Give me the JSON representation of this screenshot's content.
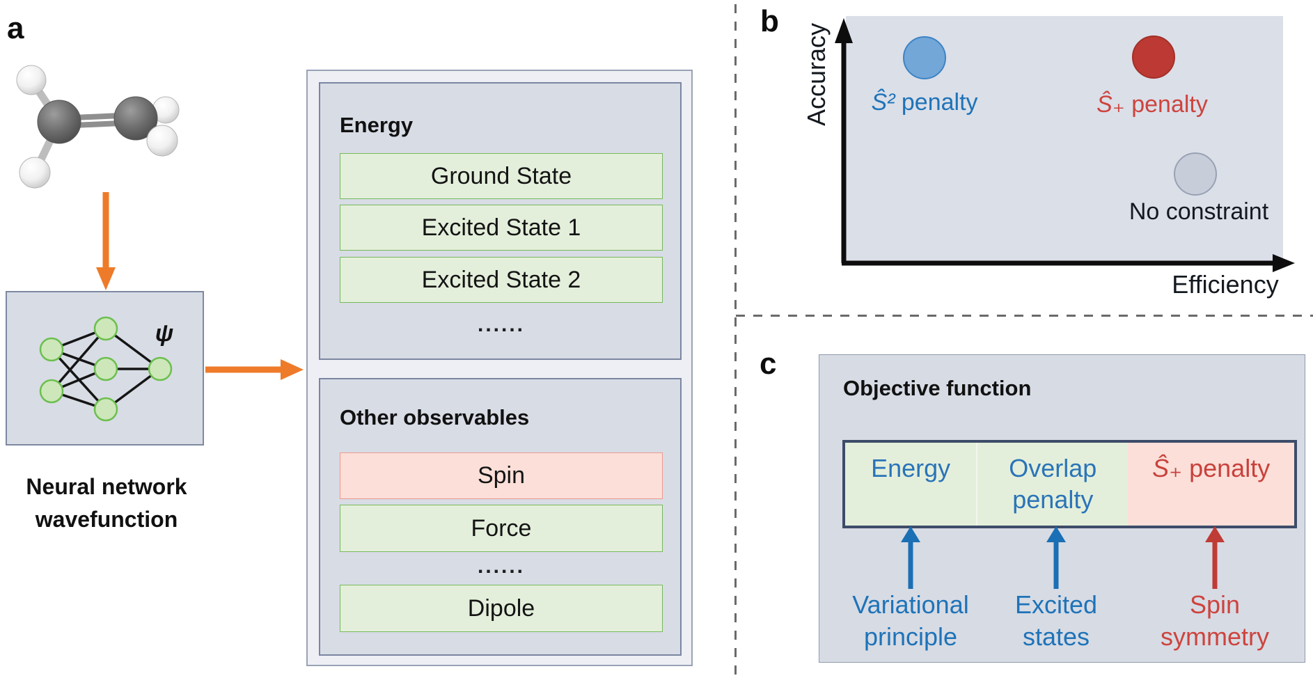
{
  "colors": {
    "accent_orange": "#ee7b2a",
    "blue_accent": "#1e73b8",
    "red_accent": "#c8413c",
    "blue_dot": "#72a7d8",
    "red_dot": "#bc3a33",
    "gray_dot": "#c7cdd9",
    "panel_fill": "#d8dce5",
    "green_fill": "#e4efdb",
    "green_border": "#76b95a",
    "pink_fill": "#fbdfd8",
    "pink_border": "#ed9a8e",
    "navy_border": "#3d4c69"
  },
  "panel_a": {
    "label": "a",
    "psi": "ψ",
    "caption": "Neural network\nwavefunction",
    "energy_group": {
      "title": "Energy",
      "rows": [
        "Ground State",
        "Excited State 1",
        "Excited State 2"
      ],
      "ellipsis": "......"
    },
    "observables_group": {
      "title": "Other observables",
      "rows": [
        "Spin",
        "Force",
        "Dipole"
      ],
      "ellipsis": "......"
    }
  },
  "panel_b": {
    "label": "b",
    "y_axis": "Accuracy",
    "x_axis": "Efficiency",
    "points": [
      {
        "symbol": "Ŝ²",
        "text": " penalty"
      },
      {
        "symbol": "Ŝ₊",
        "text": " penalty"
      },
      {
        "label": "No constraint"
      }
    ]
  },
  "panel_c": {
    "label": "c",
    "title": "Objective function",
    "cells": [
      {
        "text": "Energy"
      },
      {
        "text": "Overlap\npenalty"
      },
      {
        "symbol": "Ŝ₊",
        "text": " penalty"
      }
    ],
    "arrow_labels": [
      {
        "text": "Variational\nprinciple"
      },
      {
        "text": "Excited\nstates"
      },
      {
        "text": "Spin\nsymmetry"
      }
    ]
  }
}
